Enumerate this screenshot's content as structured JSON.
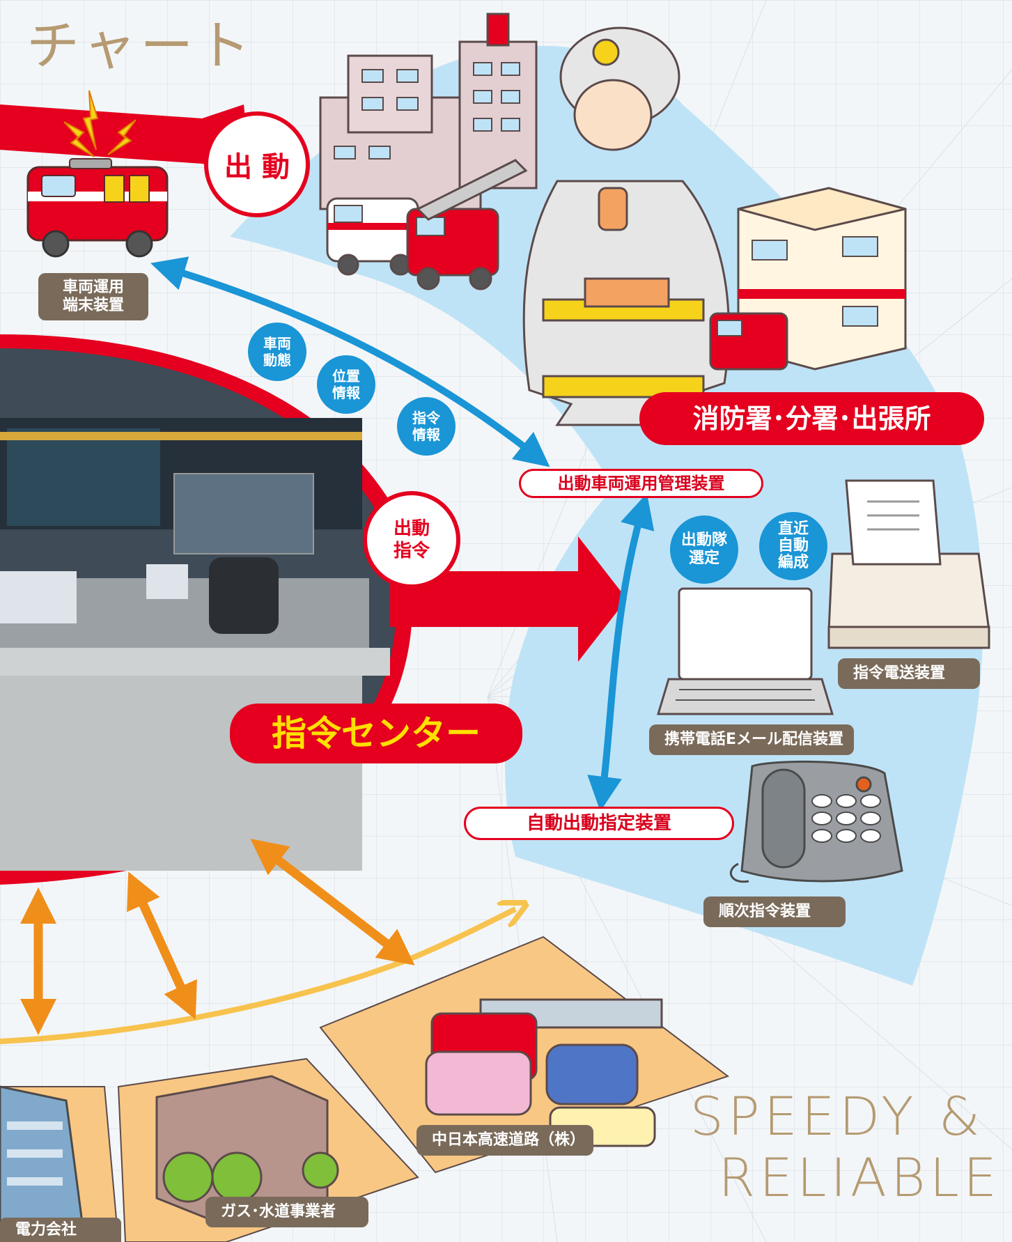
{
  "title": {
    "line2": "チャート"
  },
  "corner_text": {
    "line1": "SPEEDY &",
    "line2": "RELIABLE"
  },
  "colors": {
    "dispatch_red": "#e4001e",
    "info_blue": "#1a95d6",
    "station_area": "#bfe3f6",
    "partner_area": "#f8c783",
    "partner_arrow": "#f08e1a",
    "label_brown": "#7a6a5a",
    "heading_gold": "#b59a72"
  },
  "labels": {
    "dispatch": "出 動",
    "vehicle_terminal": "車両運用\n端末装置",
    "vehicle_status": "車両\n動態",
    "position_info": "位置\n情報",
    "command_info": "指令\n情報",
    "fire_station": "消防署･分署･出張所",
    "vehicle_mgmt": "出動車両運用管理装置",
    "dispatch_command": "出動\n指令",
    "unit_selection": "出動隊\n選定",
    "auto_formation": "直近\n自動\n編成",
    "command_transmission": "指令電送装置",
    "email_system": "携帯電話Eメール配信装置",
    "command_center": "指令センター",
    "auto_dispatch": "自動出動指定装置",
    "sequential_command": "順次指令装置",
    "expressway": "中日本高速道路（株）",
    "gas_water": "ガス･水道事業者",
    "power_company": "電力会社"
  },
  "icons": [
    "fire-engine-icon",
    "lightning-icon",
    "fire-station-buildings-icon",
    "ambulance-icon",
    "ladder-truck-icon",
    "firefighter-icon",
    "station-building-icon",
    "fax-machine-icon",
    "laptop-icon",
    "telephone-icon",
    "control-room-photo",
    "expressway-vehicles-icon",
    "office-building-icon",
    "power-company-building-icon"
  ]
}
